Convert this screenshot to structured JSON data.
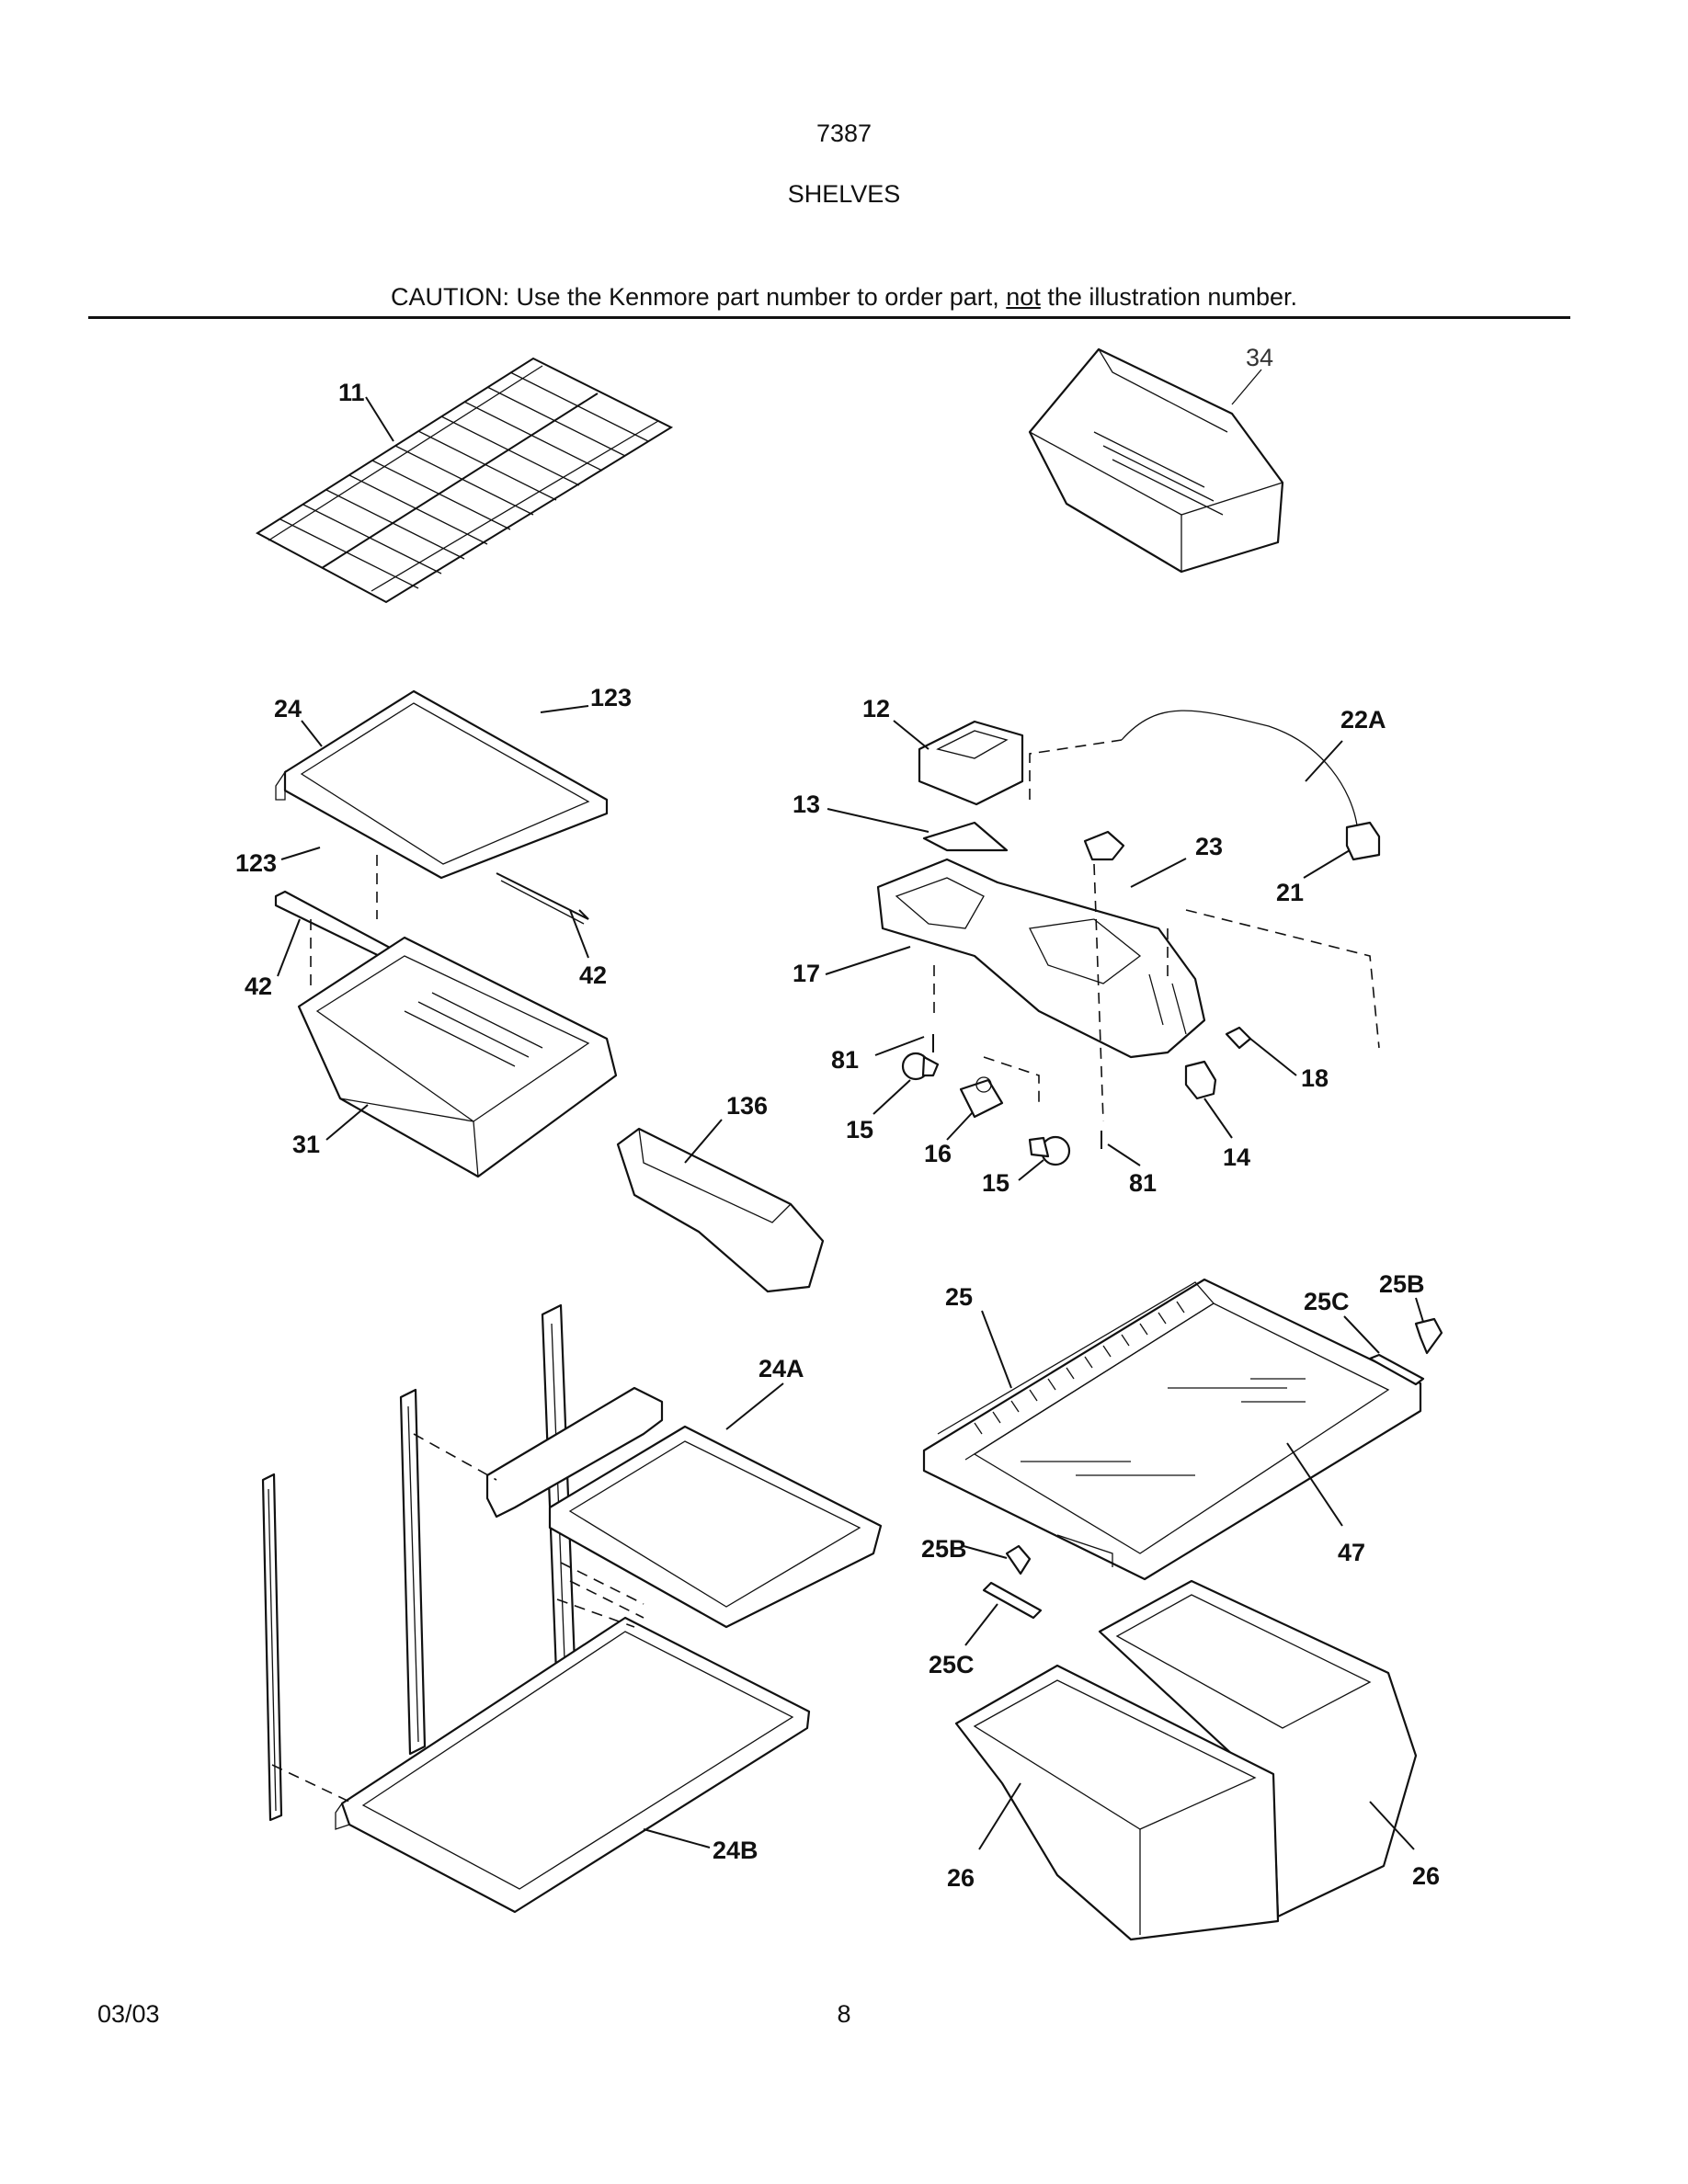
{
  "header": {
    "model_number": "7387",
    "section_title": "SHELVES",
    "caution_prefix": "CAUTION: Use the Kenmore part number to order part, ",
    "caution_emphasis": "not",
    "caution_suffix": " the illustration number."
  },
  "footer": {
    "date": "03/03",
    "page_number": "8"
  },
  "callouts": {
    "c11": "11",
    "c34": "34",
    "c24": "24",
    "c123a": "123",
    "c123b": "123",
    "c42a": "42",
    "c42b": "42",
    "c31": "31",
    "c136": "136",
    "c12": "12",
    "c22A": "22A",
    "c13": "13",
    "c23": "23",
    "c21": "21",
    "c17": "17",
    "c81a": "81",
    "c81b": "81",
    "c18": "18",
    "c15a": "15",
    "c15b": "15",
    "c16": "16",
    "c14": "14",
    "c25": "25",
    "c25B_top": "25B",
    "c25C_top": "25C",
    "c24A": "24A",
    "c47": "47",
    "c25B_bot": "25B",
    "c25C_bot": "25C",
    "c24B": "24B",
    "c26a": "26",
    "c26b": "26"
  }
}
